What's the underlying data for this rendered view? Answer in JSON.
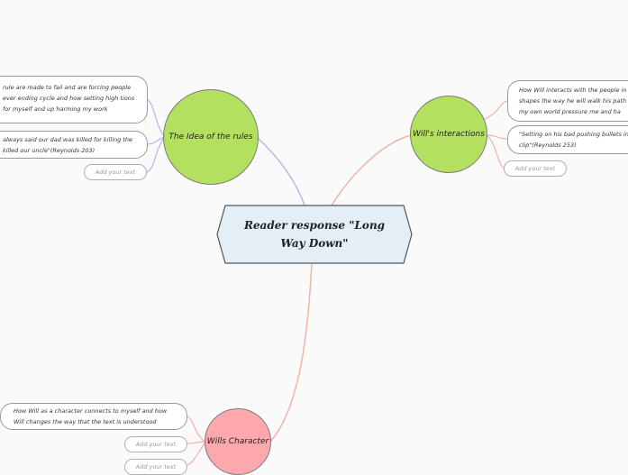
{
  "central": {
    "title": "Reader response \"Long Way Down\""
  },
  "branches": [
    {
      "label": "The Idea of the rules",
      "children": [
        "rule are made to fail and are forcing people ever ending cycle and how setting high tions for myself and up harming my work",
        "always said our dad was killed for killing the killed our uncle\"(Reynolds 203)"
      ],
      "placeholders": [
        "Add your text"
      ]
    },
    {
      "label": "Will's interactions",
      "children": [
        "How Will interacts with the people in shapes the way he will walk his path in my own world pressure me and ha",
        "\"Setting on his bad pushing bullets in clip\"(Reynolds 253)"
      ],
      "placeholders": [
        "Add your text"
      ]
    },
    {
      "label": "Wills Character",
      "children": [
        "How Will as a character connects to myself and how Will changes the way that the text is understood"
      ],
      "placeholders": [
        "Add your text",
        "Add your text"
      ]
    }
  ],
  "colors": {
    "green": "#b3e05e",
    "pink": "#fca8ac",
    "central_fill": "#e3eef6",
    "link_purple": "#b9b4ec",
    "link_salmon": "#f6b2a6"
  }
}
